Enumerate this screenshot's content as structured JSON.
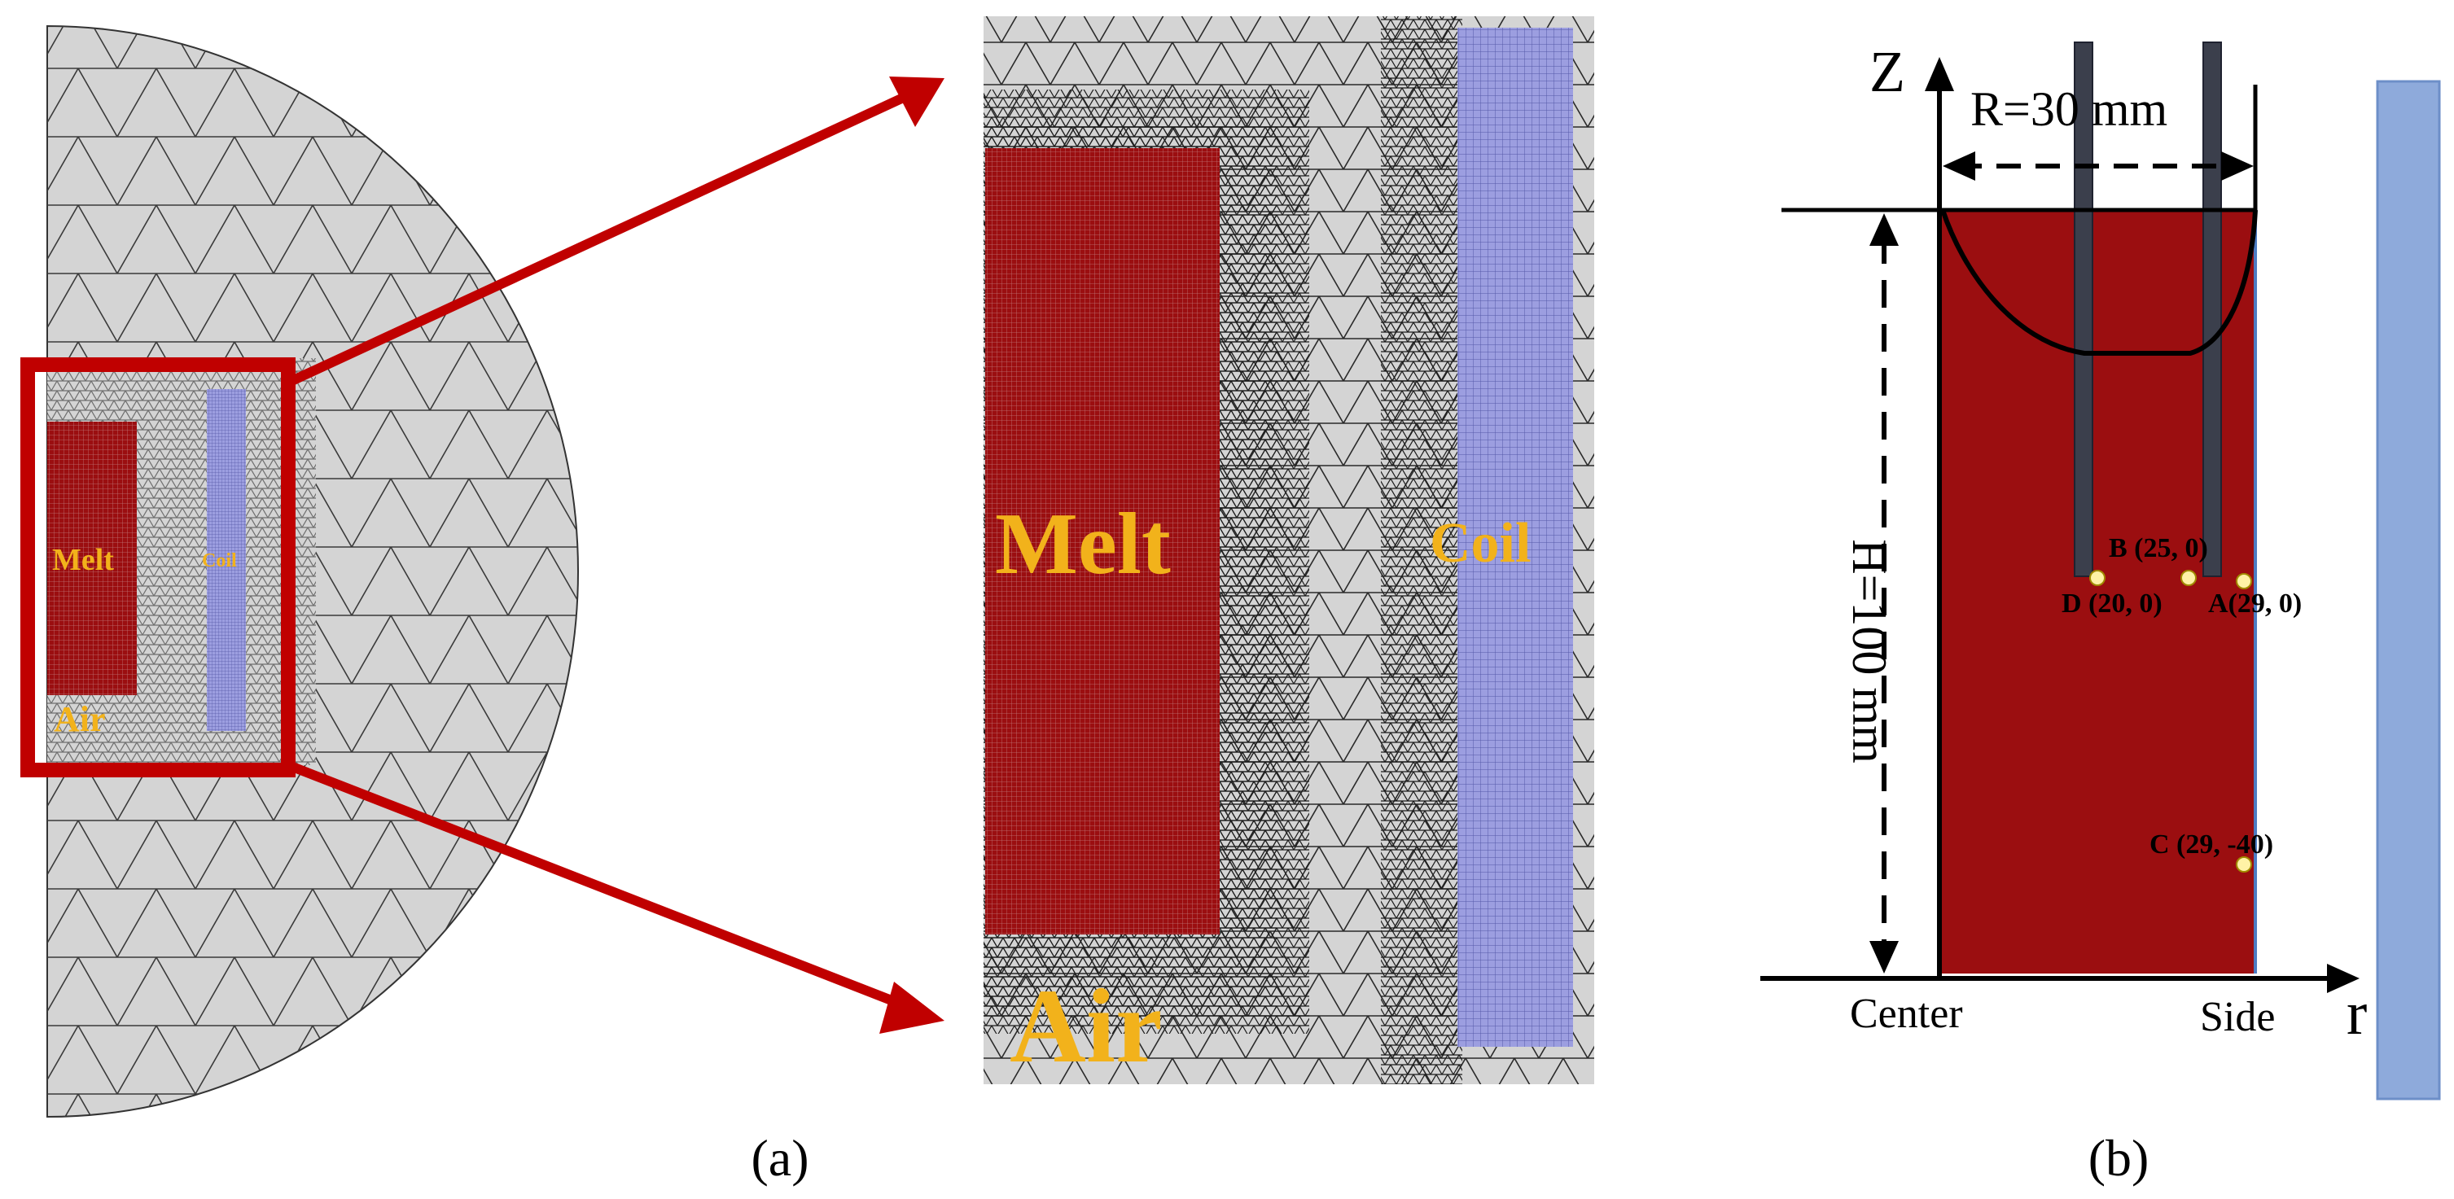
{
  "panel_a": {
    "caption": "(a)",
    "overview_labels": {
      "melt": "Melt",
      "coil": "Coil",
      "air": "Air"
    },
    "zoom_labels": {
      "melt": "Melt",
      "coil": "Coil",
      "air": "Air"
    }
  },
  "panel_b": {
    "caption": "(b)",
    "axis_z": "Z",
    "axis_r": "r",
    "radius_label": "R=30 mm",
    "height_label": "H=100 mm",
    "center_label": "Center",
    "side_label": "Side",
    "points": [
      {
        "id": "A",
        "label": "A(29, 0)"
      },
      {
        "id": "B",
        "label": "B (25, 0)"
      },
      {
        "id": "C",
        "label": "C (29, -40)"
      },
      {
        "id": "D",
        "label": "D (20, 0)"
      }
    ]
  },
  "colors": {
    "mesh_fill": "#d4d4d4",
    "melt": "#9b0e10",
    "melt_mesh": "#7a1a1c",
    "coil": "#9c9ee0",
    "label_gold": "#f2b21b",
    "highlight_red": "#c00000",
    "coil_bar": "#8eaadb",
    "electrode": "#3b3f4c",
    "point": "#fff2a6"
  }
}
